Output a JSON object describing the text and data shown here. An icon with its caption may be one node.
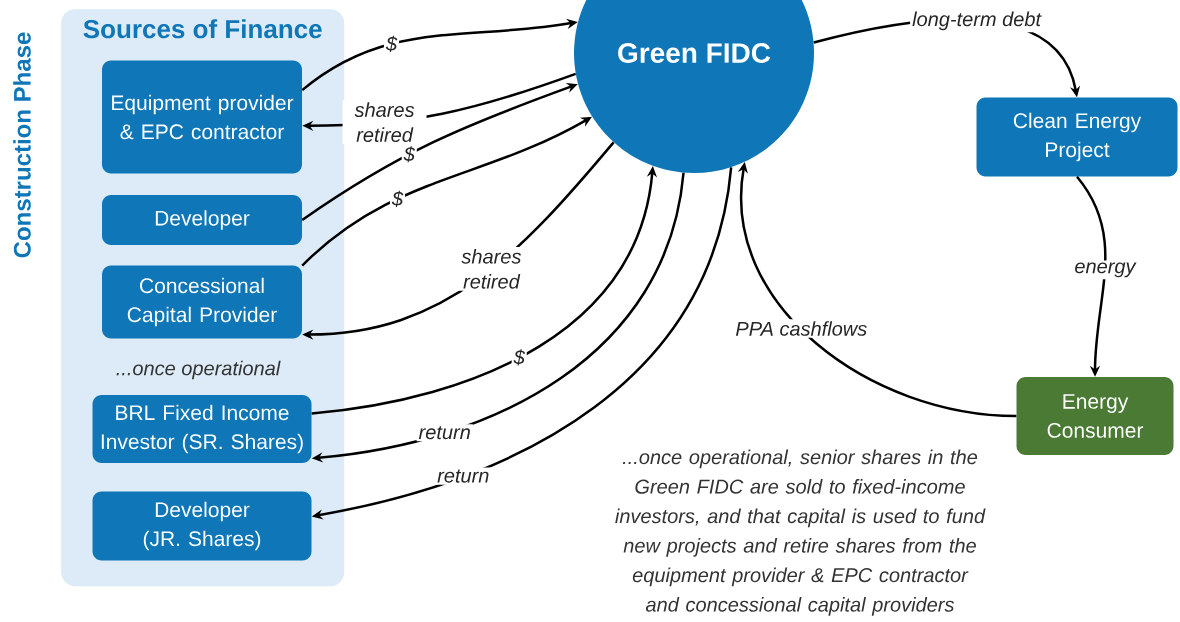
{
  "diagram": {
    "nodes": [
      {
        "text": [
          "Sources of Finance"
        ]
      },
      {
        "text": [
          "Equipment provider & EPC contractor"
        ],
        "in": 0
      },
      {
        "text": [
          "Developer"
        ],
        "in": 0
      },
      {
        "text": [
          "Concessional Capital Provider"
        ],
        "in": 0
      },
      {
        "text": [
          "BRL Fixed Income Investor (SR. Shares)"
        ],
        "in": 0
      },
      {
        "text": [
          "Developer (JR. Shares)"
        ],
        "in": 0
      },
      {
        "text": [
          "Green FIDC"
        ]
      },
      {
        "text": [
          "Clean Energy Project"
        ]
      },
      {
        "text": [
          "Energy Consumer"
        ]
      }
    ],
    "edges": [
      {
        "from": 1,
        "to": 6,
        "arrow": "to",
        "label": "$"
      },
      {
        "from": 6,
        "to": 1,
        "arrow": "to",
        "label": "shares retired"
      },
      {
        "from": 2,
        "to": 6,
        "arrow": "to",
        "label": "$"
      },
      {
        "from": 3,
        "to": 6,
        "arrow": "to",
        "label": "$"
      },
      {
        "from": 6,
        "to": 3,
        "arrow": "to",
        "label": "shares retired"
      },
      {
        "from": 4,
        "to": 6,
        "arrow": "to",
        "label": "$"
      },
      {
        "from": 6,
        "to": 4,
        "arrow": "to",
        "label": "return"
      },
      {
        "from": 6,
        "to": 5,
        "arrow": "to",
        "label": "return"
      },
      {
        "from": 6,
        "to": 7,
        "arrow": "to",
        "label": "long-term debt"
      },
      {
        "from": 7,
        "to": 8,
        "arrow": "to",
        "label": "energy"
      },
      {
        "from": 8,
        "to": 6,
        "arrow": "to",
        "label": "PPA cashflows"
      }
    ],
    "labels": [
      "Construction Phase",
      "...once operational",
      "...once operational, senior shares in the Green FIDC are sold to fixed-income investors, and that capital is used to fund new projects and retire shares from the equipment provider & EPC contractor and concessional capital providers"
    ]
  }
}
